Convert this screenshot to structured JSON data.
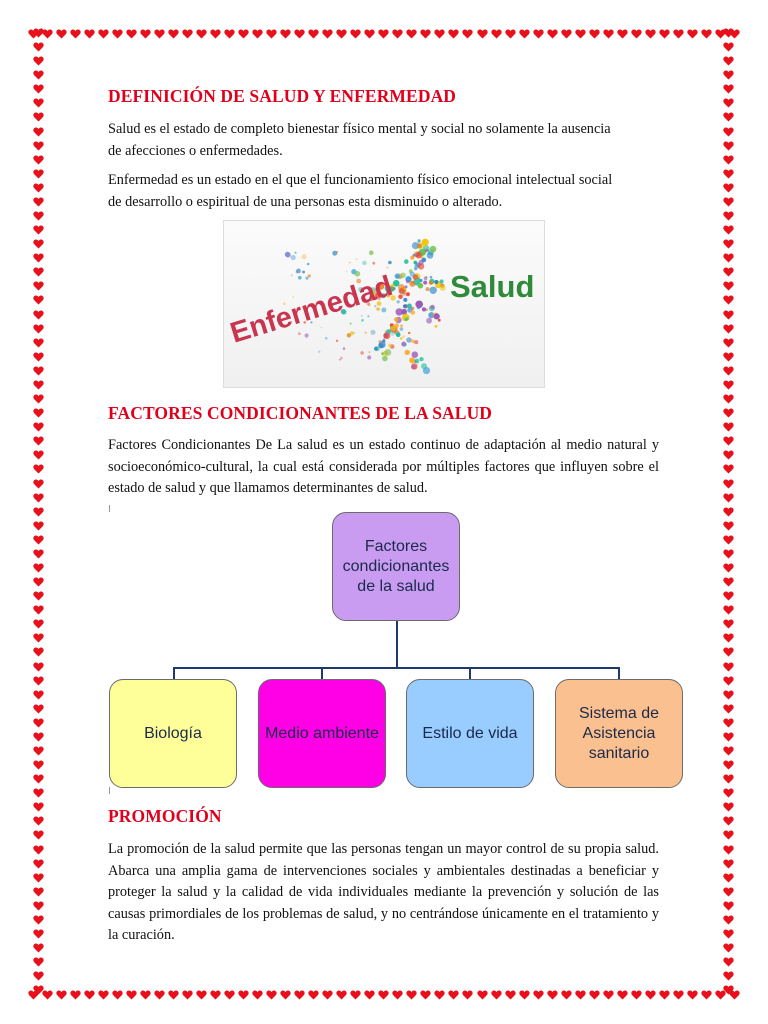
{
  "section1": {
    "title": "DEFINICIÓN DE SALUD Y ENFERMEDAD",
    "p1_line1": "Salud es el estado de completo bienestar físico mental y social no solamente la ausencia",
    "p1_line2": "de afecciones o enfermedades.",
    "p2_line1": "Enfermedad es un estado en el que el funcionamiento físico emocional intelectual social",
    "p2_line2": "de desarrollo o espiritual de una personas esta disminuido o alterado."
  },
  "illustration": {
    "word_left": "Enfermedad",
    "word_right": "Salud",
    "left_color": "#c9344f",
    "right_color": "#2f8b3a"
  },
  "section2": {
    "title": "FACTORES CONDICIONANTES DE LA SALUD",
    "body": "Factores Condicionantes De La salud es un estado continuo de adaptación al medio natural y socioeconómico-cultural, la cual está considerada por múltiples factores que influyen sobre el estado de salud y que llamamos determinantes de salud."
  },
  "diagram": {
    "root": {
      "line1": "Factores",
      "line2": "condicionantes",
      "line3": "de la salud",
      "color": "#c99cf2"
    },
    "children": [
      {
        "label": "Biología",
        "color": "#ffff99"
      },
      {
        "label": "Medio ambiente",
        "color": "#ff00e6"
      },
      {
        "label": "Estilo de vida",
        "color": "#99ccff"
      },
      {
        "line1": "Sistema de",
        "line2": "Asistencia",
        "line3": "sanitario",
        "color": "#fbc08f"
      }
    ],
    "connector_color": "#1f3b6b"
  },
  "section3": {
    "title": "PROMOCIÓN",
    "body": "La promoción de la salud permite que las personas tengan un mayor control de su propia salud. Abarca una amplia gama de intervenciones sociales y ambientales destinadas a beneficiar y proteger la salud y la calidad de vida individuales mediante la prevención y solución de las causas primordiales de los problemas de salud, y no centrándose únicamente en el tratamiento y la curación."
  },
  "style": {
    "heading_color": "#e0001b",
    "heart_color": "#e8101a"
  }
}
